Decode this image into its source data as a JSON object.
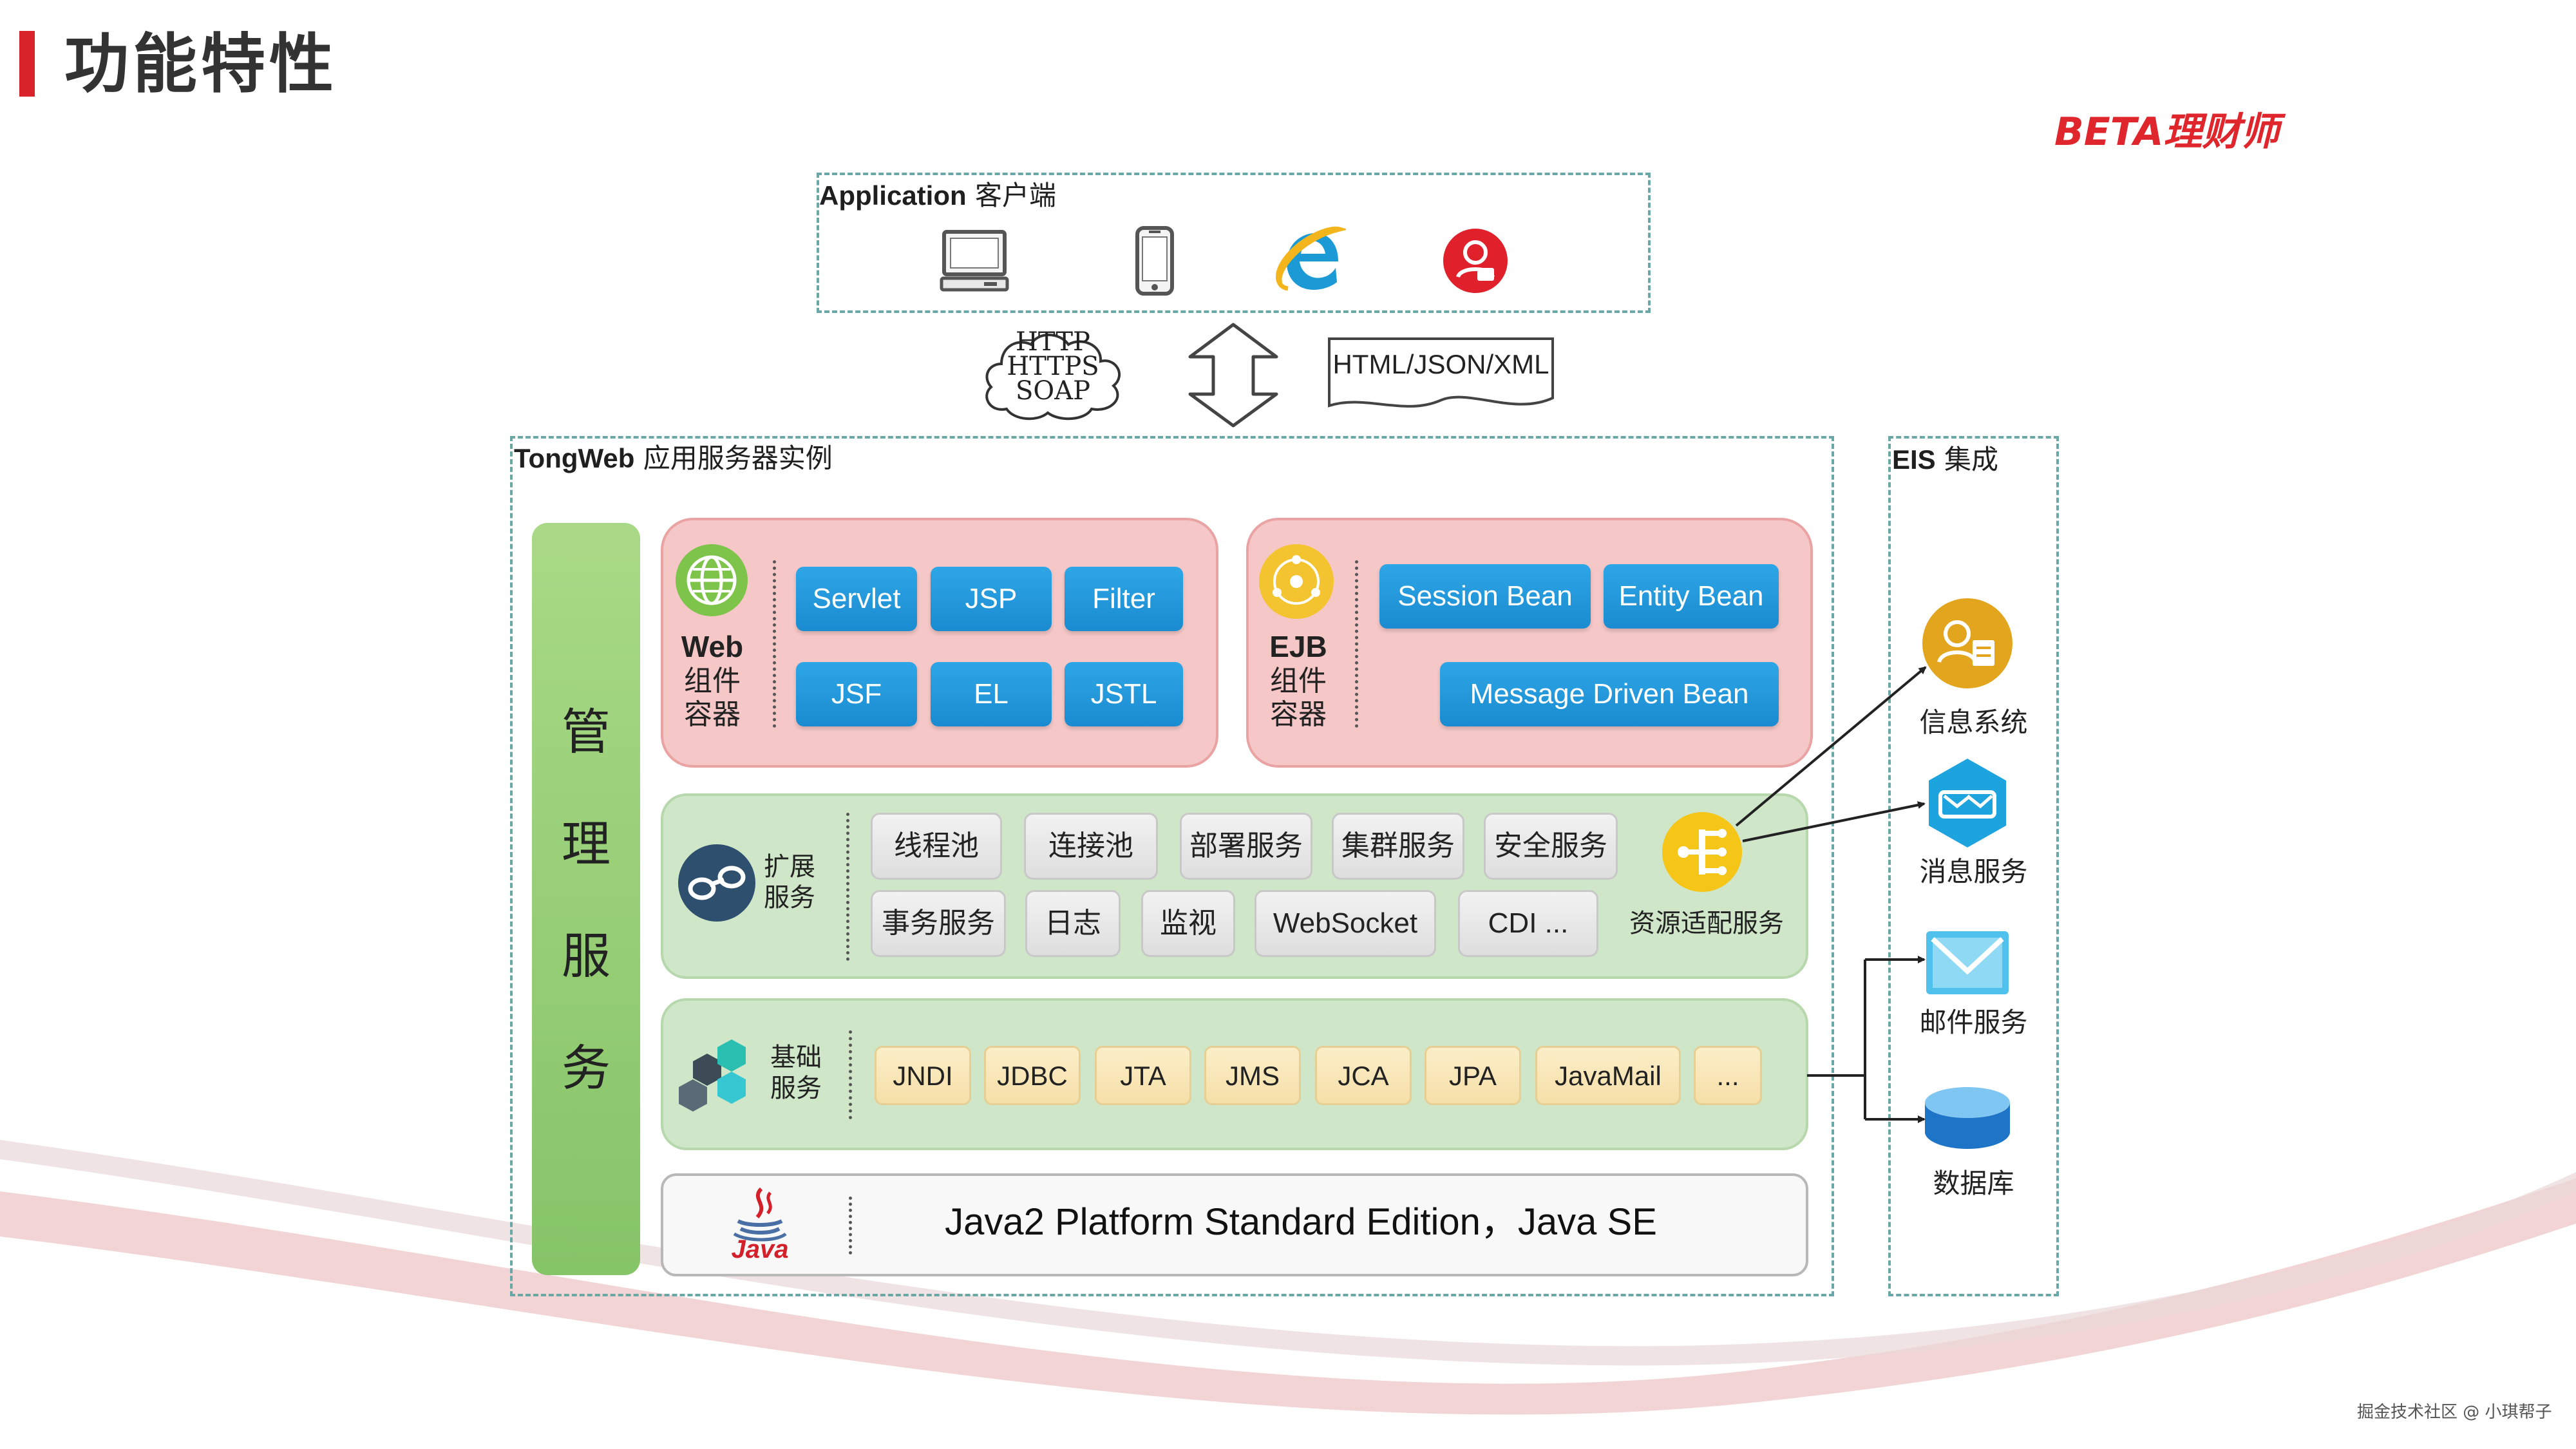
{
  "header": {
    "title": "功能特性",
    "brand": "BETA理财师"
  },
  "client": {
    "label_bold": "Application",
    "label_rest": " 客户端",
    "icons": [
      "desktop-icon",
      "mobile-phone-icon",
      "ie-browser-icon",
      "user-account-icon"
    ]
  },
  "protocols": {
    "lines": [
      "HTTP",
      "HTTPS",
      "SOAP"
    ],
    "formats": "HTML/JSON/XML"
  },
  "server": {
    "label_bold": "TongWeb",
    "label_rest": " 应用服务器实例",
    "management": [
      "管",
      "理",
      "服",
      "务"
    ],
    "web_container": {
      "title": "Web",
      "sub": [
        "组件",
        "容器"
      ],
      "buttons": [
        "Servlet",
        "JSP",
        "Filter",
        "JSF",
        "EL",
        "JSTL"
      ]
    },
    "ejb_container": {
      "title": "EJB",
      "sub": [
        "组件",
        "容器"
      ],
      "buttons": [
        "Session Bean",
        "Entity Bean",
        "Message Driven Bean"
      ]
    },
    "extension": {
      "label": [
        "扩展",
        "服务"
      ],
      "row1": [
        "线程池",
        "连接池",
        "部署服务",
        "集群服务",
        "安全服务"
      ],
      "row2": [
        "事务服务",
        "日志",
        "监视",
        "WebSocket",
        "CDI ..."
      ],
      "adapter": "资源适配服务"
    },
    "base": {
      "label": [
        "基础",
        "服务"
      ],
      "items": [
        "JNDI",
        "JDBC",
        "JTA",
        "JMS",
        "JCA",
        "JPA",
        "JavaMail",
        "..."
      ]
    },
    "java": {
      "logo_text": "Java",
      "text": "Java2 Platform Standard Edition，Java SE"
    }
  },
  "eis": {
    "label_bold": "EIS",
    "label_rest": " 集成",
    "items": [
      {
        "label": "信息系统",
        "icon": "info-system-icon"
      },
      {
        "label": "消息服务",
        "icon": "message-service-icon"
      },
      {
        "label": "邮件服务",
        "icon": "mail-icon"
      },
      {
        "label": "数据库",
        "icon": "database-icon"
      }
    ]
  },
  "footer": {
    "watermark": "掘金技术社区 @ 小琪帮子"
  },
  "colors": {
    "accent_red": "#d8232a",
    "button_blue": "#1f95d9",
    "container_pink": "#f5c7c7",
    "row_green": "#cfe6c8",
    "mgmt_green": "#96cd74"
  }
}
